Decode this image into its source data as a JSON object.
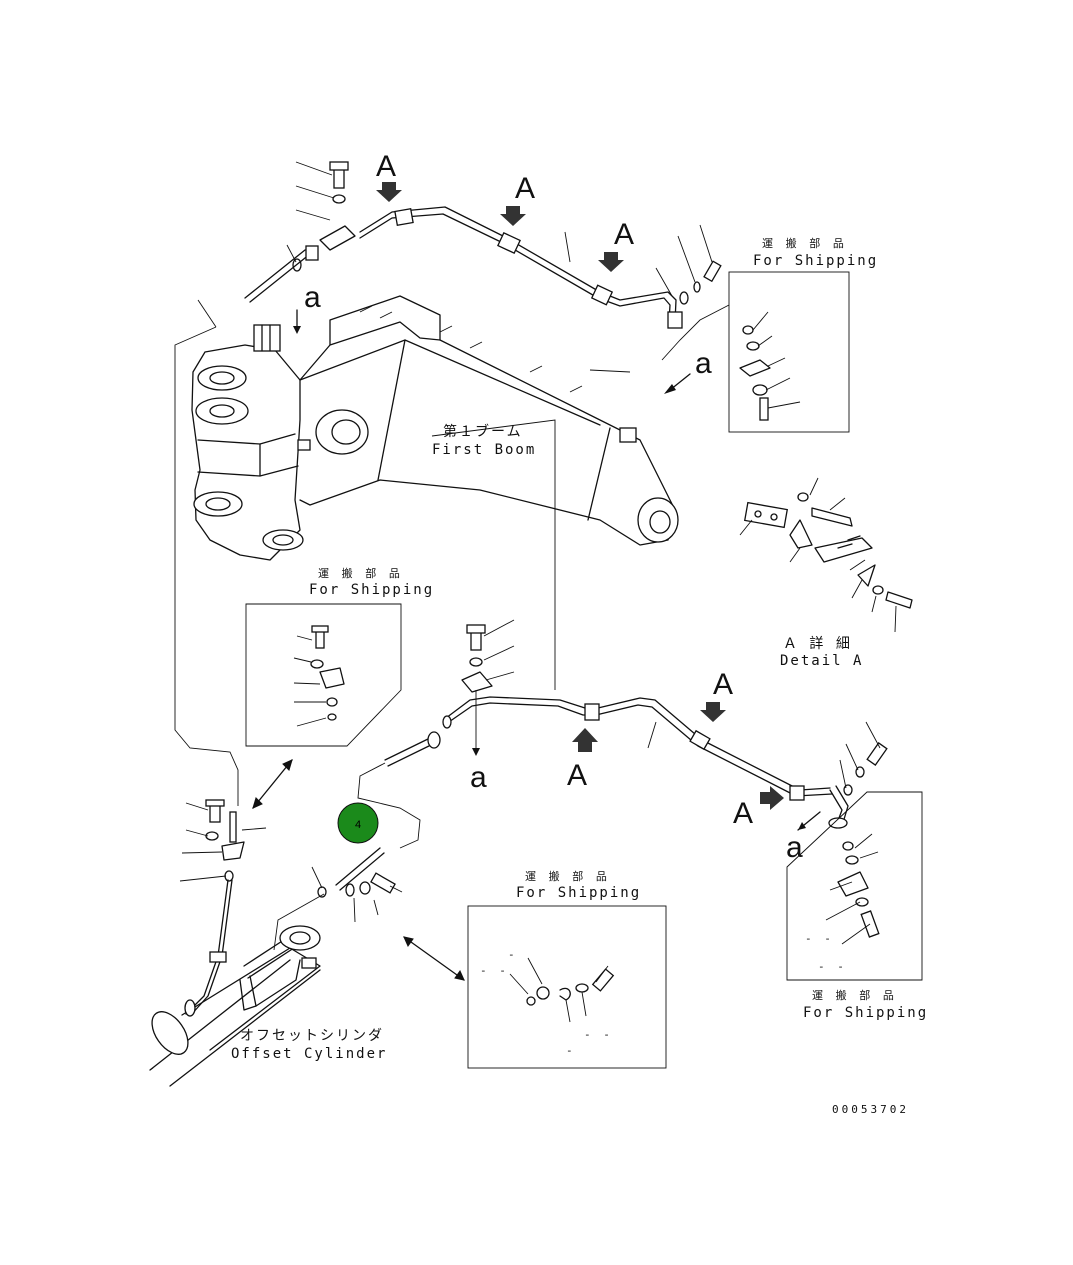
{
  "drawing": {
    "boom_label_jp": "第１ブーム",
    "boom_label_en": "First Boom",
    "cylinder_label_jp": "オフセットシリンダ",
    "cylinder_label_en": "Offset Cylinder",
    "detail_label_jp": "Ａ 詳 細",
    "detail_label_en": "Detail A",
    "shipping_label_jp": "運 搬 部 品",
    "shipping_label_en": "For Shipping",
    "view_mark_upper": "A",
    "view_mark_lower": "a",
    "drawing_number": "00053702",
    "dash_single": "-",
    "dash_double": "- -"
  },
  "callout": {
    "number": "4",
    "color": "#1b8a1b"
  }
}
